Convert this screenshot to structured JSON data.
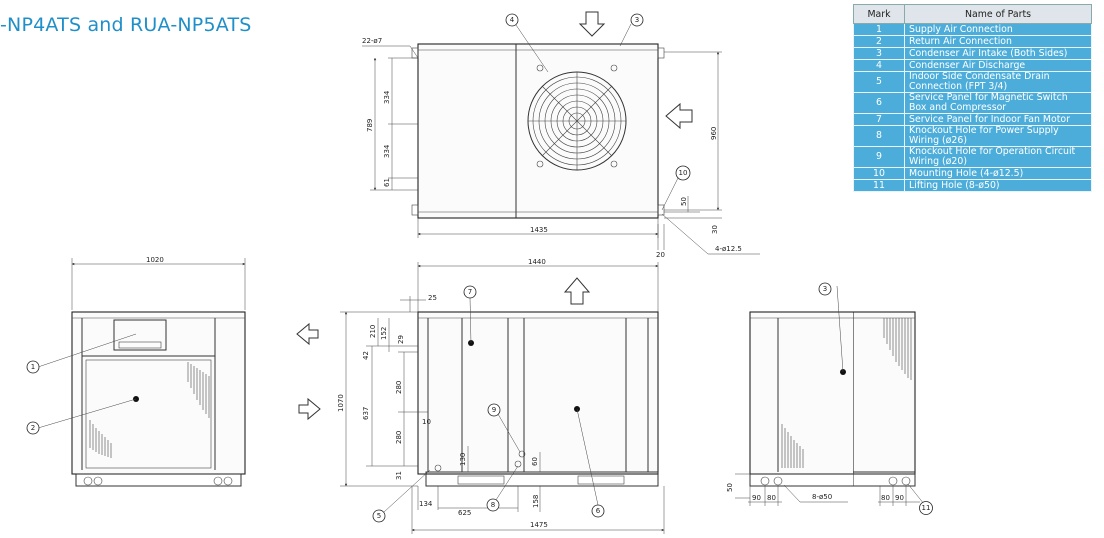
{
  "title": "-NP4ATS and RUA-NP5ATS",
  "parts_table": {
    "headers": {
      "mark": "Mark",
      "name": "Name of Parts"
    },
    "rows": [
      {
        "mark": "1",
        "name": "Supply Air Connection"
      },
      {
        "mark": "2",
        "name": "Return Air Connection"
      },
      {
        "mark": "3",
        "name": "Condenser Air Intake (Both Sides)"
      },
      {
        "mark": "4",
        "name": "Condenser Air Discharge"
      },
      {
        "mark": "5",
        "name": "Indoor Side Condensate Drain Connection (FPT 3/4)"
      },
      {
        "mark": "6",
        "name": "Service Panel for Magnetic Switch Box and Compressor"
      },
      {
        "mark": "7",
        "name": "Service Panel for Indoor Fan Motor"
      },
      {
        "mark": "8",
        "name": "Knockout Hole for Power Supply Wiring (ø26)"
      },
      {
        "mark": "9",
        "name": "Knockout Hole for Operation Circuit Wiring (ø20)"
      },
      {
        "mark": "10",
        "name": "Mounting Hole (4-ø12.5)"
      },
      {
        "mark": "11",
        "name": "Lifting Hole (8-ø50)"
      }
    ]
  },
  "dimensions": {
    "top_view": {
      "holes": "22-ø7",
      "d334a": "334",
      "d334b": "334",
      "d789": "789",
      "d61": "61",
      "d960": "960",
      "d1435": "1435",
      "d50": "50",
      "d30": "30",
      "d20": "20",
      "mount": "4-ø12.5"
    },
    "left_view": {
      "d1020": "1020"
    },
    "front_view": {
      "d1440": "1440",
      "d25": "25",
      "d210": "210",
      "d152": "152",
      "d29": "29",
      "d42": "42",
      "d280a": "280",
      "d1070": "1070",
      "d637": "637",
      "d10": "10",
      "d280b": "280",
      "d130": "130",
      "d60": "60",
      "d31": "31",
      "d134": "134",
      "d625": "625",
      "d158": "158",
      "d1475": "1475"
    },
    "right_view": {
      "d50": "50",
      "d90a": "90",
      "d80a": "80",
      "lift": "8-ø50",
      "d80b": "80",
      "d90b": "90"
    }
  },
  "callouts": [
    "1",
    "2",
    "3",
    "4",
    "5",
    "6",
    "7",
    "8",
    "9",
    "10",
    "11"
  ]
}
